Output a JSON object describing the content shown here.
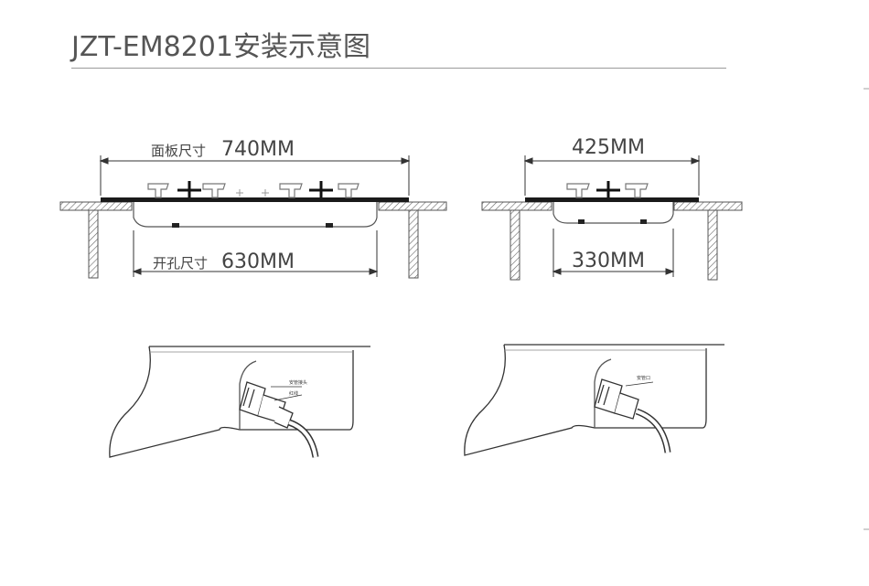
{
  "title": "JZT-EM8201安装示意图",
  "left_diagram": {
    "panel_label": "面板尺寸",
    "panel_value": "740MM",
    "cutout_label": "开孔尺寸",
    "cutout_value": "630MM"
  },
  "right_diagram": {
    "panel_value": "425MM",
    "cutout_value": "330MM"
  },
  "connector_left": {
    "label_top": "安管接头",
    "label_bottom": "红线"
  },
  "connector_right": {
    "label": "安管口"
  },
  "colors": {
    "line": "#333333",
    "hatch": "#666666",
    "title": "#555555",
    "panel": "#1a1a1a"
  }
}
